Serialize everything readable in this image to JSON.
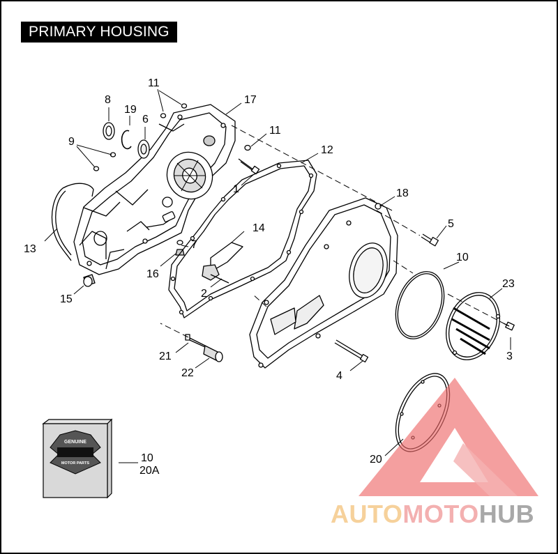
{
  "title": "PRIMARY HOUSING",
  "callouts": {
    "c1": "1",
    "c2": "2",
    "c3": "3",
    "c4": "4",
    "c5": "5",
    "c6": "6",
    "c7": "7",
    "c8": "8",
    "c9": "9",
    "c10": "10",
    "c11a": "11",
    "c11b": "11",
    "c12": "12",
    "c13": "13",
    "c14": "14",
    "c15": "15",
    "c16": "16",
    "c17": "17",
    "c18": "18",
    "c19": "19",
    "c20": "20",
    "c21": "21",
    "c22": "22",
    "c23": "23",
    "kit_a": "10",
    "kit_b": "20A"
  },
  "kit_box": {
    "badge_top": "GENUINE",
    "badge_bottom": "MOTOR PARTS"
  },
  "watermark": {
    "part1": "AUTO",
    "part2": "MOTO",
    "part3": "HUB",
    "colors": {
      "auto": "#f5c98a",
      "moto": "#f2a3a3",
      "hub": "#9a9a9a",
      "triangle": "#ee6a6a"
    }
  }
}
